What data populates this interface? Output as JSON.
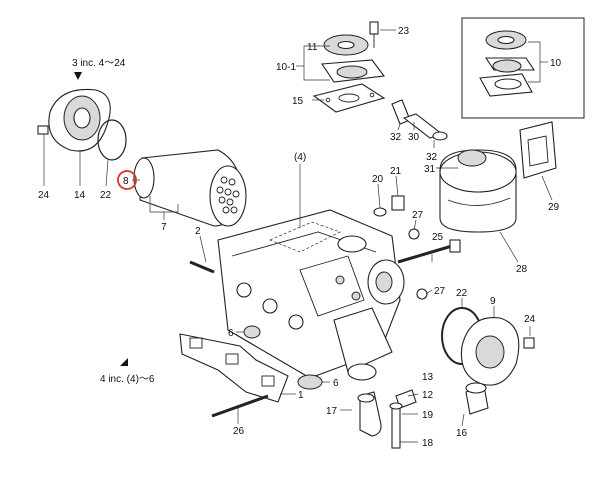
{
  "labels": {
    "p1": "1",
    "p2": "2",
    "p6a": "6",
    "p6b": "6",
    "p7": "7",
    "p8": "8",
    "p9": "9",
    "p10": "10",
    "p10_1": "10-1",
    "p11": "11",
    "p12": "12",
    "p13": "13",
    "p14": "14",
    "p15": "15",
    "p16": "16",
    "p17": "17",
    "p18": "18",
    "p19": "19",
    "p20": "20",
    "p21": "21",
    "p22a": "22",
    "p22b": "22",
    "p23": "23",
    "p24a": "24",
    "p24b": "24",
    "p25": "25",
    "p26": "26",
    "p27a": "27",
    "p27b": "27",
    "p28": "28",
    "p29": "29",
    "p30": "30",
    "p31": "31",
    "p32a": "32",
    "p32b": "32",
    "p4": "(4)"
  },
  "notes": {
    "top": "3 inc. 4～24",
    "bottom": "4 inc. (4)～6"
  },
  "highlight": {
    "label": "8",
    "color": "#e03030"
  }
}
